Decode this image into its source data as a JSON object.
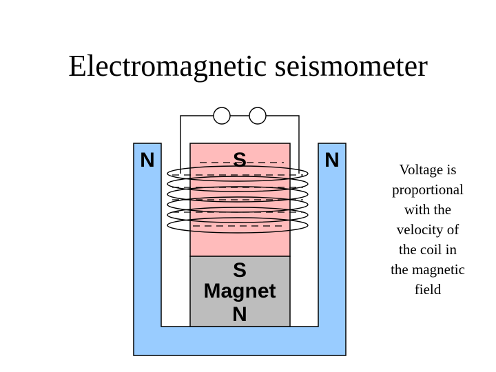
{
  "title": "Electromagnetic seismometer",
  "labels": {
    "left_pole": "N",
    "right_pole": "N",
    "upper_pole": "S",
    "magnet_top": "S",
    "magnet_name": "Magnet",
    "magnet_bottom": "N"
  },
  "caption_lines": [
    "Voltage is",
    "proportional",
    "with the",
    "velocity of",
    "the coil in",
    "the magnetic",
    "field"
  ],
  "colors": {
    "outer_magnet": "#99ccff",
    "upper_pole": "#ffbbbb",
    "inner_magnet": "#bdbdbd",
    "outline": "#000000"
  }
}
